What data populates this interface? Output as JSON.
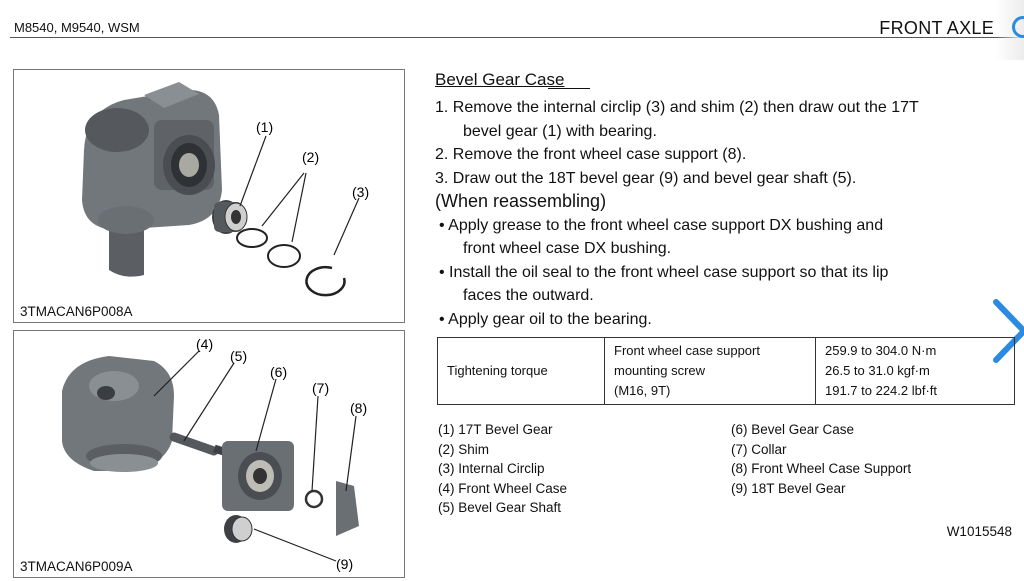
{
  "header": {
    "model": "M8540, M9540, WSM",
    "section": "FRONT AXLE"
  },
  "figures": [
    {
      "caption": "3TMACAN6P008A",
      "callouts": [
        "(1)",
        "(2)",
        "(3)"
      ]
    },
    {
      "caption": "3TMACAN6P009A",
      "callouts": [
        "(4)",
        "(5)",
        "(6)",
        "(7)",
        "(8)",
        "(9)"
      ]
    }
  ],
  "procedure": {
    "title": "Bevel Gear Case",
    "steps": [
      {
        "line1": "1. Remove the internal circlip (3) and shim (2) then draw out the 17T",
        "line2": "bevel gear (1) with bearing."
      },
      {
        "line1": "2. Remove the front wheel case support (8)."
      },
      {
        "line1": "3. Draw out the 18T bevel gear (9) and bevel gear shaft (5)."
      }
    ],
    "reassembly_heading": "(When reassembling)",
    "notes": [
      {
        "line1": "• Apply grease to the front wheel case support DX bushing and",
        "line2": "front wheel case DX bushing."
      },
      {
        "line1": "• Install the oil seal to the front wheel case support so that its lip",
        "line2": "faces the outward."
      },
      {
        "line1": "• Apply gear oil to the bearing."
      }
    ]
  },
  "torque_table": {
    "label": "Tightening torque",
    "item_lines": [
      "Front wheel case support",
      "mounting screw",
      "(M16, 9T)"
    ],
    "value_lines": [
      "259.9 to 304.0 N·m",
      "26.5 to 31.0 kgf·m",
      "191.7 to 224.2 lbf·ft"
    ]
  },
  "legend": {
    "left": [
      "(1) 17T Bevel Gear",
      "(2) Shim",
      "(3) Internal Circlip",
      "(4) Front Wheel Case",
      "(5) Bevel Gear Shaft"
    ],
    "right": [
      "(6) Bevel Gear Case",
      "(7) Collar",
      "(8) Front Wheel Case Support",
      "(9) 18T Bevel Gear"
    ]
  },
  "doc_code": "W1015548",
  "colors": {
    "accent": "#2a8be0",
    "part_metal": "#6e7378",
    "part_dark": "#3d4145"
  },
  "icons": [
    "tab-icon",
    "next-page-chevron-icon"
  ]
}
